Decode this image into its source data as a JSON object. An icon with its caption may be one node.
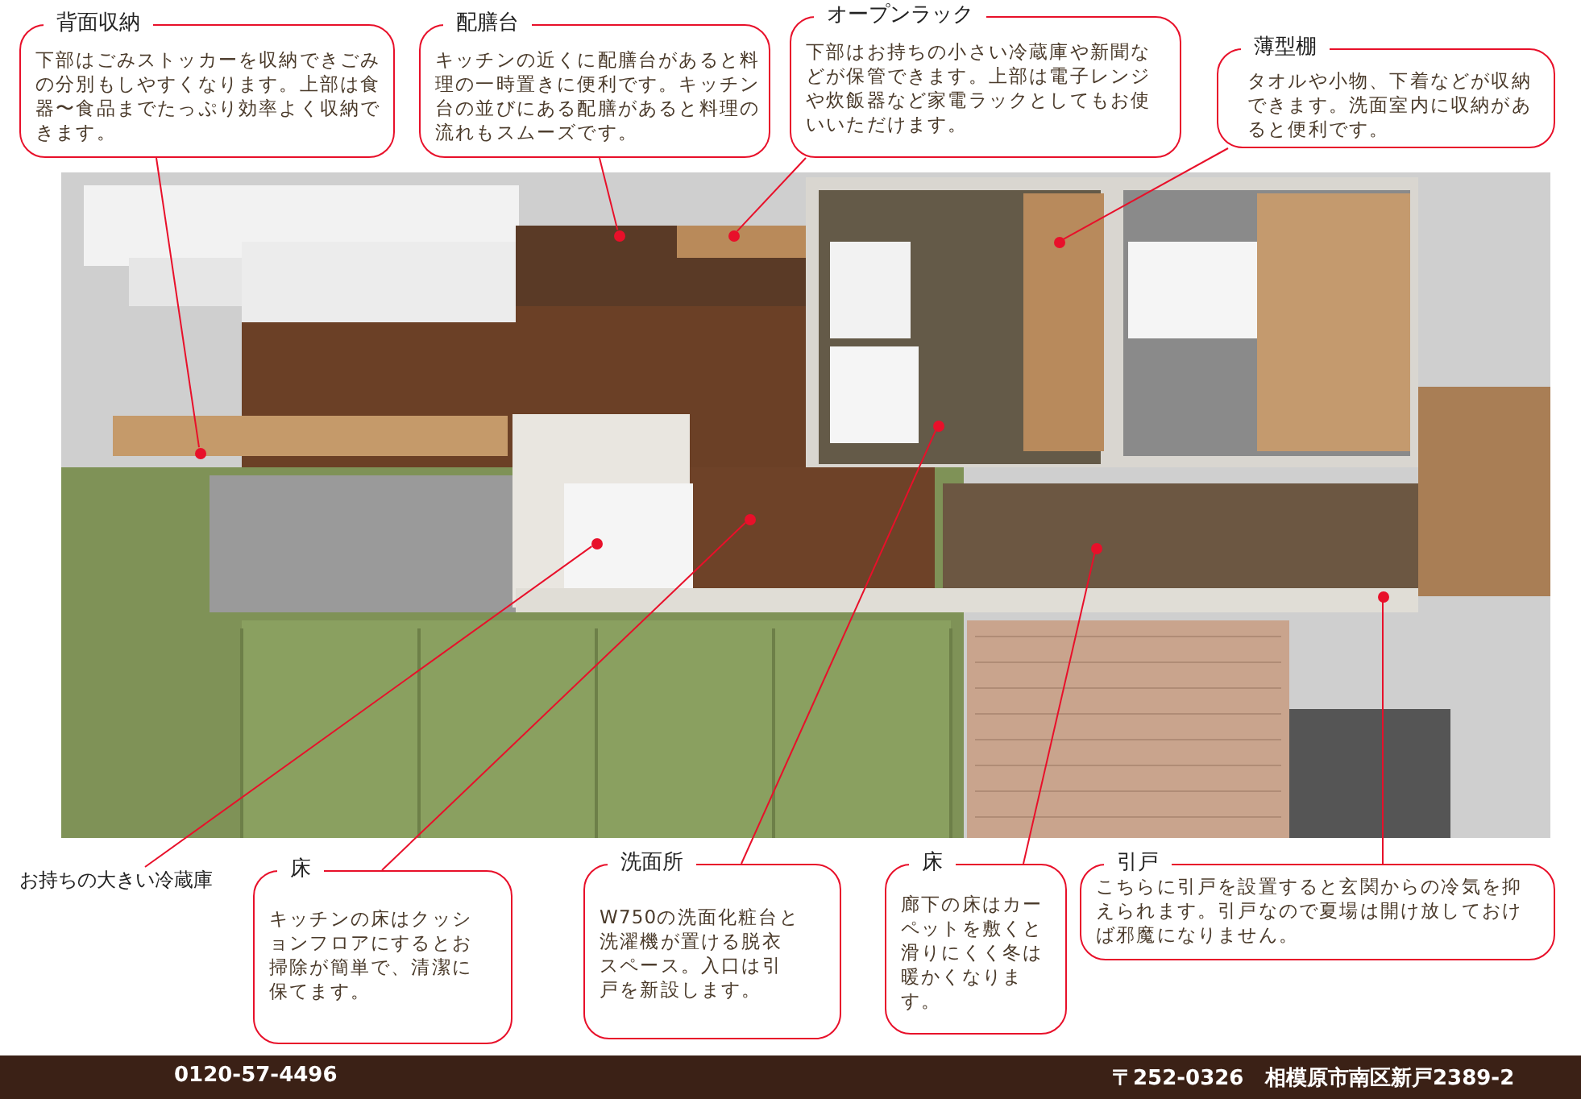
{
  "diagram": {
    "nodes": [
      {
        "text": [
          "背面収納",
          "下部はごみストッカーを収納できごみの分別もしやすくなります。上部は食器〜食品までたっぷり効率よく収納できます。"
        ]
      },
      {
        "text": [
          "配膳台",
          "キッチンの近くに配膳台があると料理の一時置きに便利です。キッチン台の並びにある配膳があると料理の流れもスムーズです。"
        ]
      },
      {
        "text": [
          "オープンラック",
          "下部はお持ちの小さい冷蔵庫や新聞などが保管できます。上部は電子レンジや炊飯器など家電ラックとしてもお使いいただけます。"
        ]
      },
      {
        "text": [
          "薄型棚",
          "タオルや小物、下着などが収納できます。洗面室内に収納があると便利です。"
        ]
      },
      {
        "text": [
          "お持ちの大きい冷蔵庫"
        ]
      },
      {
        "text": [
          "床",
          "キッチンの床はクッションフロアにするとお掃除が簡単で、清潔に保てます。"
        ]
      },
      {
        "text": [
          "洗面所",
          "W750の洗面化粧台と洗濯機が置ける脱衣スペース。入口は引戸を新設します。"
        ]
      },
      {
        "text": [
          "床",
          "廊下の床はカーペットを敷くと滑りにくく冬は暖かくなります。"
        ]
      },
      {
        "text": [
          "引戸",
          "こちらに引戸を設置すると玄関からの冷気を抑えられます。引戸なので夏場は開け放しておけば邪魔になりません。"
        ]
      },
      {
        "text": [],
        "shape": "circle"
      },
      {
        "text": [],
        "shape": "circle"
      },
      {
        "text": [],
        "shape": "circle"
      },
      {
        "text": [],
        "shape": "circle"
      },
      {
        "text": [],
        "shape": "circle"
      },
      {
        "text": [],
        "shape": "circle"
      },
      {
        "text": [],
        "shape": "circle"
      },
      {
        "text": [],
        "shape": "circle"
      },
      {
        "text": [],
        "shape": "circle"
      }
    ],
    "edges": [
      {
        "from": 0,
        "to": 9,
        "arrow": "none"
      },
      {
        "from": 1,
        "to": 11,
        "arrow": "none"
      },
      {
        "from": 2,
        "to": 12,
        "arrow": "none"
      },
      {
        "from": 3,
        "to": 15,
        "arrow": "none"
      },
      {
        "from": 4,
        "to": 10,
        "arrow": "none"
      },
      {
        "from": 5,
        "to": 13,
        "arrow": "none"
      },
      {
        "from": 6,
        "to": 14,
        "arrow": "none"
      },
      {
        "from": 7,
        "to": 16,
        "arrow": "none"
      },
      {
        "from": 8,
        "to": 17,
        "arrow": "none"
      }
    ],
    "labels": [
      "0120-57-4496",
      "〒252-0326",
      "相模原市南区新戸2389-2"
    ]
  }
}
